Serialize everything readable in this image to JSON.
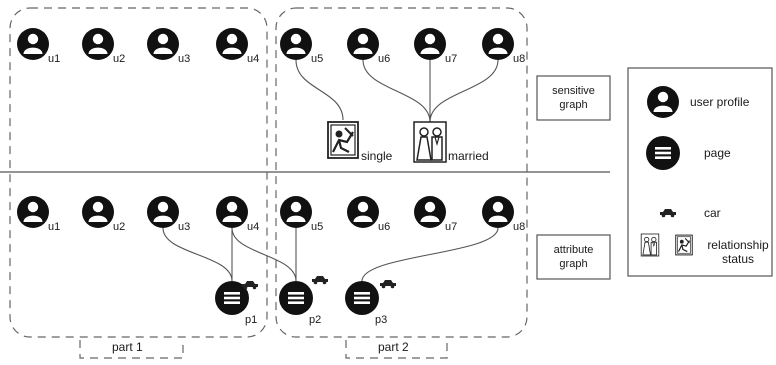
{
  "graph_labels": {
    "sensitive": [
      "sensitive",
      "graph"
    ],
    "attribute": [
      "attribute",
      "graph"
    ]
  },
  "sensitive_users": [
    "u1",
    "u2",
    "u3",
    "u4",
    "u5",
    "u6",
    "u7",
    "u8"
  ],
  "attribute_users": [
    "u1",
    "u2",
    "u3",
    "u4",
    "u5",
    "u6",
    "u7",
    "u8"
  ],
  "status_nodes": [
    "single",
    "married"
  ],
  "pages": [
    "p1",
    "p2",
    "p3"
  ],
  "parts": [
    "part 1",
    "part 2"
  ],
  "legend": {
    "user_profile": "user profile",
    "page": "page",
    "car": "car",
    "relationship": [
      "relationship",
      "status"
    ]
  },
  "sensitive_edges": [
    {
      "user": "u5",
      "status": "single"
    },
    {
      "user": "u6",
      "status": "married"
    },
    {
      "user": "u7",
      "status": "married"
    },
    {
      "user": "u8",
      "status": "married"
    }
  ],
  "attribute_edges": [
    {
      "user": "u3",
      "page": "p1"
    },
    {
      "user": "u4",
      "page": "p1"
    },
    {
      "user": "u4",
      "page": "p2"
    },
    {
      "user": "u5",
      "page": "p2"
    },
    {
      "user": "u8",
      "page": "p3"
    }
  ],
  "colors": {
    "node": "#111111",
    "line": "#555555",
    "dash": "#666666"
  }
}
